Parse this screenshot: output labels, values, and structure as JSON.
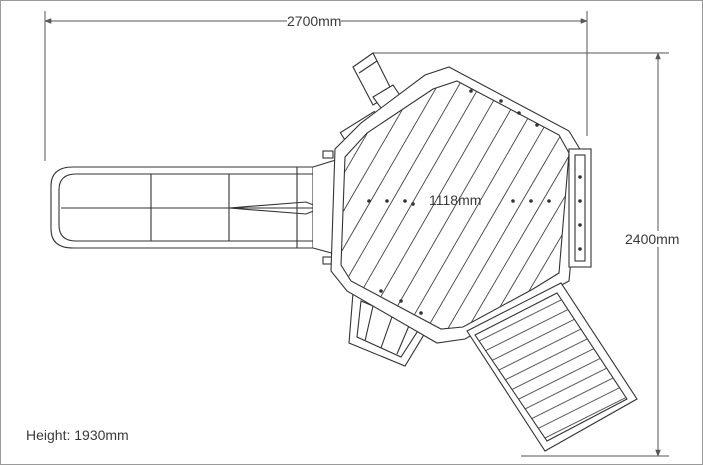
{
  "dimensions": {
    "width_label": "2700mm",
    "depth_label": "2400mm",
    "deck_label": "1118mm"
  },
  "notes": {
    "height": "Height: 1930mm"
  },
  "colors": {
    "line": "#333333",
    "dim_line": "#555555",
    "background": "#ffffff"
  },
  "components": {
    "slide": "slide",
    "deck": "octagonal-deck",
    "ramp": "ramp-ladder",
    "telescope": "telescope",
    "bench": "bench"
  }
}
